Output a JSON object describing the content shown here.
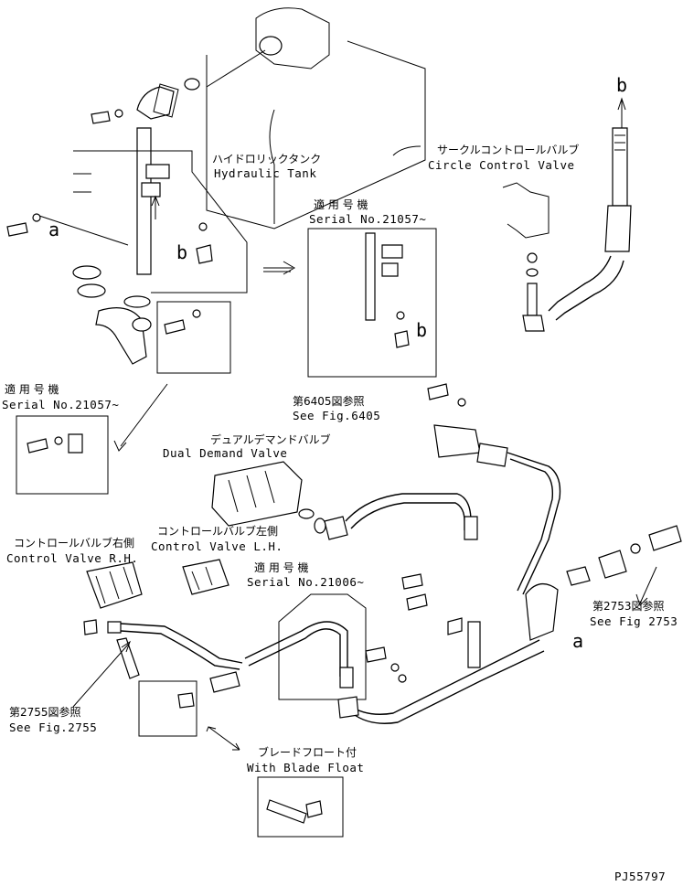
{
  "diagram_id": "PJ55797",
  "labels": {
    "hydraulic_tank_jp": "ハイドロリックタンク",
    "hydraulic_tank_en": "Hydraulic Tank",
    "circle_valve_jp": "サークルコントロールバルブ",
    "circle_valve_en": "Circle Control Valve",
    "serial1_jp": "適 用 号 機",
    "serial1_en": "Serial No.21057~",
    "serial2_jp": "適 用 号 機",
    "serial2_en": "Serial No.21057~",
    "see6405_jp": "第6405図参照",
    "see6405_en": "See Fig.6405",
    "dual_demand_jp": "デュアルデマンドバルブ",
    "dual_demand_en": "Dual Demand Valve",
    "cv_rh_jp": "コントロールバルブ右側",
    "cv_rh_en": "Control Valve R.H.",
    "cv_lh_jp": "コントロールバルブ左側",
    "cv_lh_en": "Control Valve L.H.",
    "serial3_jp": "適 用 号 機",
    "serial3_en": "Serial No.21006~",
    "see2753_jp": "第2753図参照",
    "see2753_en": "See Fig 2753",
    "see2755_jp": "第2755図参照",
    "see2755_en": "See Fig.2755",
    "blade_float_jp": "ブレードフロート付",
    "blade_float_en": "With Blade Float"
  },
  "callouts": {
    "a": "a",
    "b": "b"
  }
}
